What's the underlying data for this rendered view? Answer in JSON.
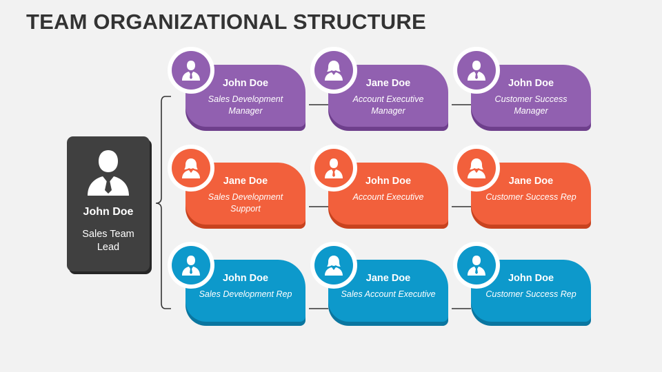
{
  "title": "TEAM ORGANIZATIONAL STRUCTURE",
  "leader": {
    "name": "John Doe",
    "role": "Sales Team Lead",
    "icon": "male-user-icon"
  },
  "colors": {
    "purple": "#9160b0",
    "orange": "#f2603c",
    "blue": "#0d99cb",
    "leader": "#404040"
  },
  "rows": [
    {
      "color": "purple",
      "members": [
        {
          "name": "John Doe",
          "role": "Sales Development Manager",
          "icon": "male-user-icon"
        },
        {
          "name": "Jane Doe",
          "role": "Account Executive Manager",
          "icon": "female-user-icon"
        },
        {
          "name": "John Doe",
          "role": "Customer Success Manager",
          "icon": "male-user-icon"
        }
      ]
    },
    {
      "color": "orange",
      "members": [
        {
          "name": "Jane Doe",
          "role": "Sales Development Support",
          "icon": "female-user-icon"
        },
        {
          "name": "John Doe",
          "role": "Account Executive",
          "icon": "male-user-icon"
        },
        {
          "name": "Jane Doe",
          "role": "Customer Success Rep",
          "icon": "female-user-icon"
        }
      ]
    },
    {
      "color": "blue",
      "members": [
        {
          "name": "John Doe",
          "role": "Sales Development Rep",
          "icon": "male-user-icon"
        },
        {
          "name": "Jane Doe",
          "role": "Sales Account Executive",
          "icon": "female-user-icon"
        },
        {
          "name": "John Doe",
          "role": "Customer Success Rep",
          "icon": "male-user-icon"
        }
      ]
    }
  ]
}
